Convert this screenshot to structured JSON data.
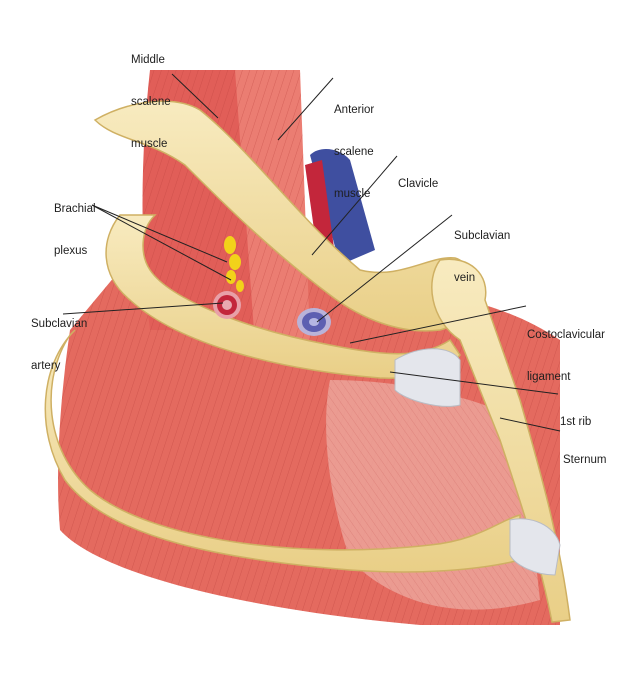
{
  "labels": {
    "middle_scalene": [
      "Middle",
      "scalene",
      "muscle"
    ],
    "anterior_scalene": [
      "Anterior",
      "scalene",
      "muscle"
    ],
    "clavicle": [
      "Clavicle"
    ],
    "brachial_plexus": [
      "Brachial",
      "plexus"
    ],
    "subclavian_vein": [
      "Subclavian",
      "vein"
    ],
    "subclavian_artery": [
      "Subclavian",
      "artery"
    ],
    "costoclavicular_ligament": [
      "Costoclavicular",
      "ligament"
    ],
    "first_rib": [
      "1st rib"
    ],
    "sternum": [
      "Sternum"
    ]
  },
  "colors": {
    "muscle": "#e4685e",
    "muscle_dark": "#c94a45",
    "muscle_light": "#f0a39b",
    "bone": "#f3dfa3",
    "bone_edge": "#d4b76b",
    "cartilage": "#dfe2e8",
    "artery": "#c3263b",
    "vein": "#3f4fa0",
    "nerve": "#f2d21a",
    "leader": "#222222"
  }
}
